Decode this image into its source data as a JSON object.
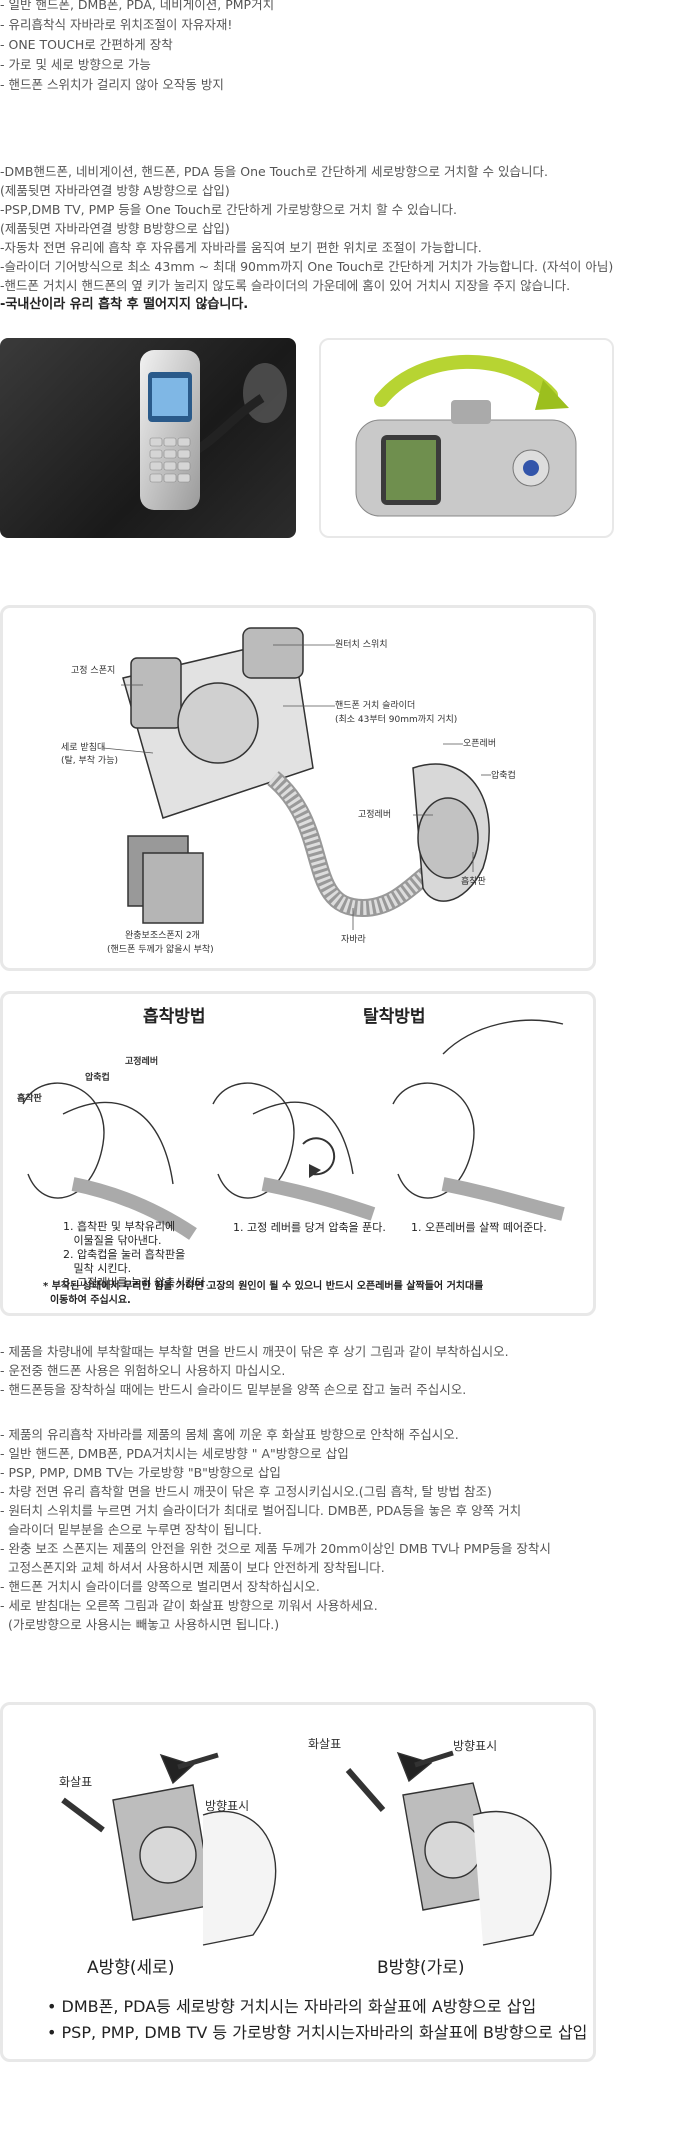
{
  "features": [
    "- 일반 핸드폰, DMB폰, PDA, 네비게이션, PMP거치",
    "- 유리흡착식 자바라로 위치조절이 자유자재!",
    "- ONE TOUCH로 간편하게 장착",
    "- 가로 및 세로 방향으로 가능",
    "- 핸드폰 스위치가 걸리지 않아 오작동 방지"
  ],
  "description": [
    "-DMB핸드폰, 네비게이션, 핸드폰, PDA 등을 One Touch로 간단하게 세로방향으로 거치할 수 있습니다.",
    "  (제품뒷면 자바라연결 방향 A방향으로 삽입)",
    "-PSP,DMB TV, PMP 등을 One Touch로 간단하게 가로방향으로 거치 할 수 있습니다.",
    "  (제품뒷면 자바라연결 방향 B방향으로 삽입)",
    "-자동차 전면 유리에 흡착 후 자유롭게 자바라를 움직여 보기 편한 위치로 조절이 가능합니다.",
    "-슬라이더 기어방식으로 최소 43mm ~ 최대 90mm까지 One Touch로 간단하게 거치가 가능합니다. (자석이 아님)",
    "-핸드폰 거치시 핸드폰의 옆 키가 눌리지 않도록 슬라이더의 가운데에 홈이 있어 거치시 지장을 주지 않습니다."
  ],
  "made_in": "-국내산이라 유리 흡착 후 떨어지지 않습니다.",
  "diagram_labels": {
    "fixed_sponge": "고정 스폰지",
    "one_touch_switch": "원터치 스위치",
    "slider": "핸드폰 거치 슬라이더",
    "slider_range": "(최소 43부터 90mm까지 거치)",
    "open_lever": "오픈레버",
    "vertical_stand": "세로 받침대",
    "vertical_stand_sub": "(탈, 부착 가능)",
    "fix_lever": "고정레버",
    "suction_cup": "압축컵",
    "suction_plate": "흡착판",
    "bellows": "자바라",
    "buffer_sponge": "완충보조스폰지 2개",
    "buffer_sponge_sub": "(핸드폰 두께가 얇을시 부착)"
  },
  "attach": {
    "title_attach": "흡착방법",
    "title_detach": "탈착방법",
    "label_fix_lever": "고정레버",
    "label_cup": "압축컵",
    "label_plate": "흡착판",
    "step_attach": [
      "1. 흡착판 및 부착유리에",
      "   이물질을 닦아낸다.",
      "2. 압축컵을 눌러 흡착판을",
      "   밀착 시킨다.",
      "3. 고정레버를 눌러 압축시킨다."
    ],
    "step_pull": "1. 고정 레버를 당겨 압축을 푼다.",
    "step_open": "1. 오픈레버를 살짝 떼어준다.",
    "warning_1": "* 부착된 상태에서 무리한 힘을 가하면 고장의 원인이 될 수 있으니 반드시 오픈레버를 살짝들어 거치대를",
    "warning_2": "  이동하여 주십시요."
  },
  "notes_1": [
    "- 제품을 차량내에 부착할때는 부착할 면을 반드시 깨끗이 닦은 후 상기 그림과 같이 부착하십시오.",
    "- 운전중 핸드폰 사용은 위험하오니 사용하지 마십시오.",
    "- 핸드폰등을 장착하실 때에는 반드시 슬라이드 밑부분을 양쪽 손으로 잡고 눌러 주십시오."
  ],
  "notes_2": [
    "- 제품의 유리흡착 자바라를 제품의 몸체 홈에 끼운 후 화살표 방향으로 안착해 주십시오.",
    "- 일반 핸드폰, DMB폰, PDA거치시는 세로방향 \" A\"방향으로 삽입",
    "- PSP, PMP, DMB TV는 가로방향 \"B\"방향으로 삽입",
    "- 차량 전면 유리 흡착할 면을 반드시 깨끗이 닦은 후 고정시키십시오.(그림 흡착, 탈 방법 참조)",
    "- 원터치 스위치를 누르면 거치 슬라이더가 최대로 벌어집니다. DMB폰, PDA등을 놓은 후 양쪽 거치",
    "  슬라이더 밑부분을 손으로 누루면 장착이 됩니다.",
    "- 완충 보조 스폰지는 제품의 안전을 위한 것으로 제품 두께가 20mm이상인 DMB TV나 PMP등을 장착시",
    "  고정스폰지와 교체 하셔서 사용하시면 제품이 보다 안전하게 장착됩니다.",
    "- 핸드폰 거치시 슬라이더를 양쪽으로 벌리면서 장착하십시오.",
    "- 세로 받침대는 오른쪽 그림과 같이 화살표 방향으로 끼워서 사용하세요.",
    "  (가로방향으로 사용시는 빼놓고 사용하시면 됩니다.)"
  ],
  "direction": {
    "arrow_mark": "화살표",
    "direction_mark": "방향표시",
    "caption_a": "A방향(세로)",
    "caption_b": "B방향(가로)",
    "bullet_1": "• DMB폰, PDA등 세로방향 거치시는 자바라의 화살표에 A방향으로 삽입",
    "bullet_2": "• PSP, PMP, DMB TV 등 가로방향 거치시는자바라의 화살표에 B방향으로 삽입"
  }
}
